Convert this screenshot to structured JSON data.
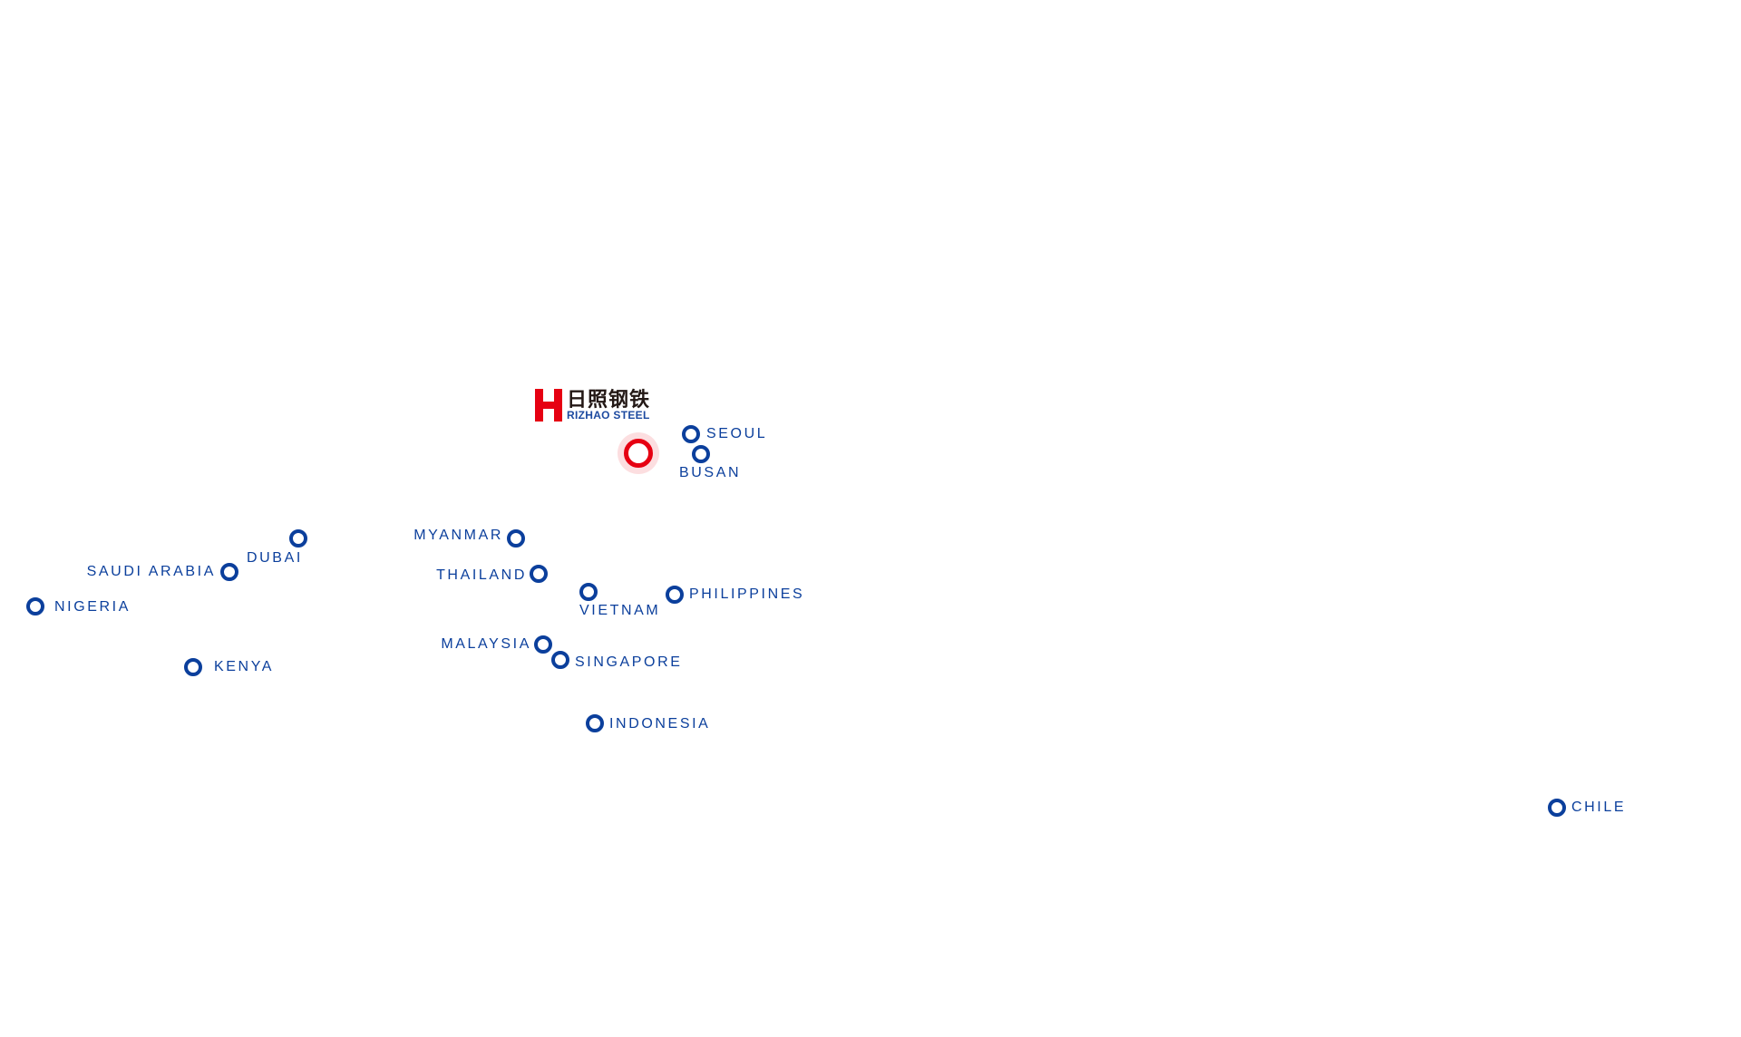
{
  "logo": {
    "cn": "日照钢铁",
    "en": "RIZHAO STEEL"
  },
  "colors": {
    "marker": "#0b3f9c",
    "hq": "#e60012"
  },
  "locations": {
    "seoul": "SEOUL",
    "busan": "BUSAN",
    "dubai": "DUBAI",
    "saudi_arabia": "SAUDI ARABIA",
    "nigeria": "NIGERIA",
    "kenya": "KENYA",
    "myanmar": "MYANMAR",
    "thailand": "THAILAND",
    "vietnam": "VIETNAM",
    "philippines": "PHILIPPINES",
    "malaysia": "MALAYSIA",
    "singapore": "SINGAPORE",
    "indonesia": "INDONESIA",
    "chile": "CHILE"
  }
}
